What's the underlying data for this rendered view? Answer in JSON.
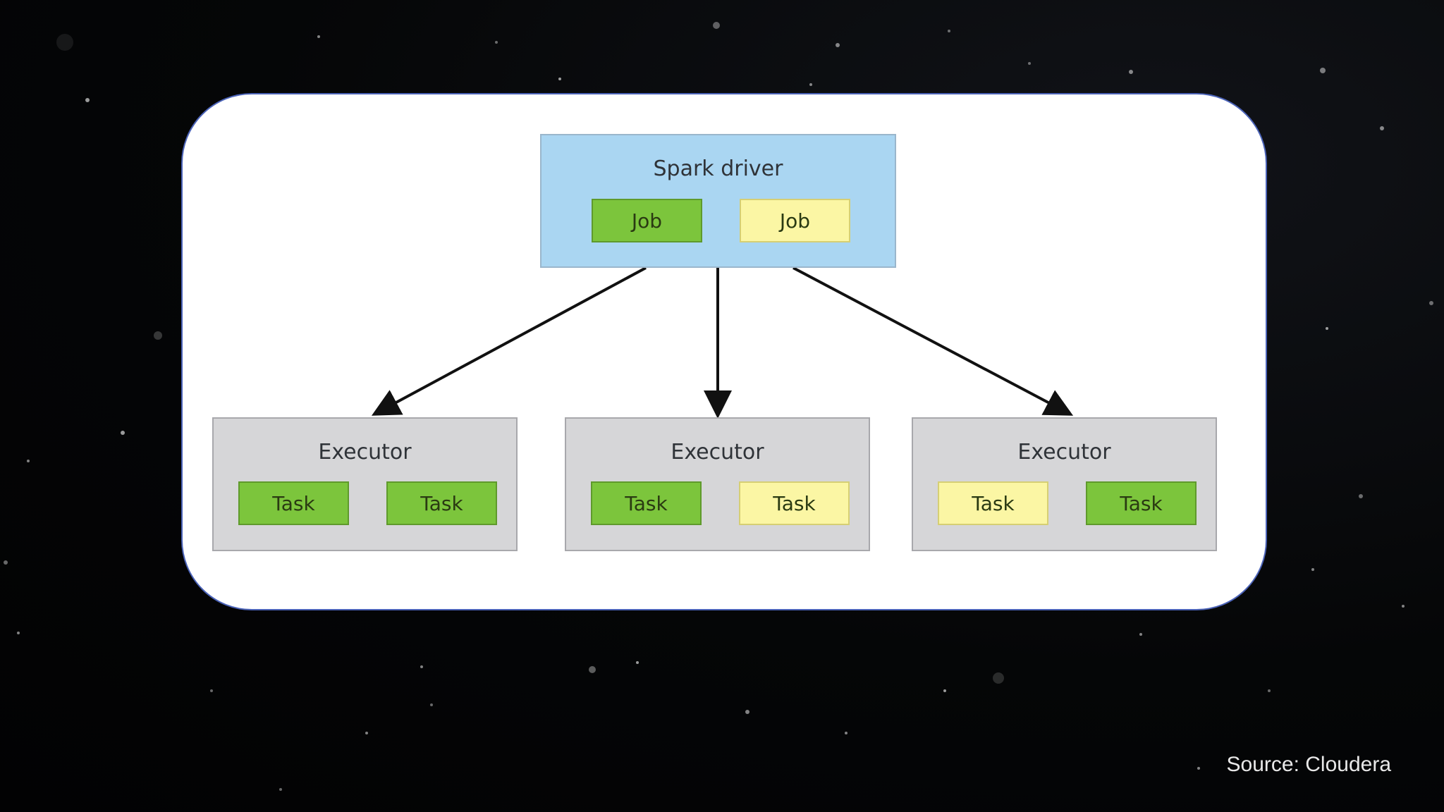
{
  "slide": {
    "background_color": "#050607",
    "panel_border_color": "#4b63b8",
    "source_text": "Source: Cloudera"
  },
  "diagram": {
    "driver": {
      "title": "Spark driver",
      "color": "#aad6f2",
      "jobs": [
        {
          "label": "Job",
          "status": "green"
        },
        {
          "label": "Job",
          "status": "yellow"
        }
      ]
    },
    "executors": [
      {
        "title": "Executor",
        "tasks": [
          {
            "label": "Task",
            "status": "green"
          },
          {
            "label": "Task",
            "status": "green"
          }
        ]
      },
      {
        "title": "Executor",
        "tasks": [
          {
            "label": "Task",
            "status": "green"
          },
          {
            "label": "Task",
            "status": "yellow"
          }
        ]
      },
      {
        "title": "Executor",
        "tasks": [
          {
            "label": "Task",
            "status": "yellow"
          },
          {
            "label": "Task",
            "status": "green"
          }
        ]
      }
    ],
    "colors": {
      "green": "#7cc53c",
      "yellow": "#fbf6a4",
      "executor": "#d6d6d8"
    }
  }
}
